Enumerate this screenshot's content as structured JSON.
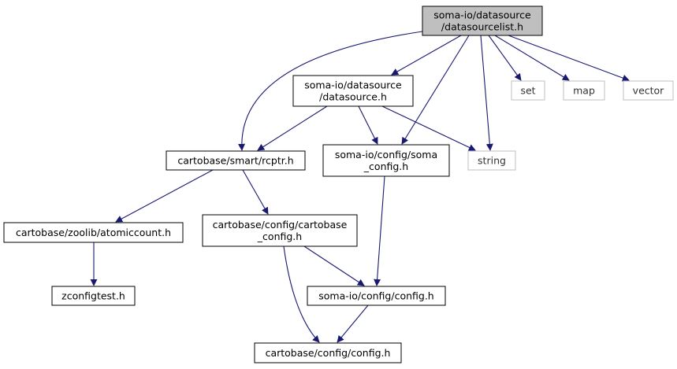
{
  "graph": {
    "root_node": "n0",
    "colors": {
      "edge": "#191970",
      "root_fill": "#bfbfbf",
      "node_fill": "#ffffff",
      "node_border": "#000000",
      "external_border": "#bfbfbf"
    },
    "nodes": [
      {
        "id": "n0",
        "lines": [
          "soma-io/datasource",
          "/datasourcelist.h"
        ],
        "kind": "root"
      },
      {
        "id": "n1",
        "lines": [
          "soma-io/datasource",
          "/datasource.h"
        ],
        "kind": "normal"
      },
      {
        "id": "n2",
        "lines": [
          "set"
        ],
        "kind": "external"
      },
      {
        "id": "n3",
        "lines": [
          "map"
        ],
        "kind": "external"
      },
      {
        "id": "n4",
        "lines": [
          "vector"
        ],
        "kind": "external"
      },
      {
        "id": "n5",
        "lines": [
          "cartobase/smart/rcptr.h"
        ],
        "kind": "normal"
      },
      {
        "id": "n6",
        "lines": [
          "soma-io/config/soma",
          "_config.h"
        ],
        "kind": "normal"
      },
      {
        "id": "n7",
        "lines": [
          "string"
        ],
        "kind": "external"
      },
      {
        "id": "n8",
        "lines": [
          "cartobase/zoolib/atomiccount.h"
        ],
        "kind": "normal"
      },
      {
        "id": "n9",
        "lines": [
          "cartobase/config/cartobase",
          "_config.h"
        ],
        "kind": "normal"
      },
      {
        "id": "n10",
        "lines": [
          "zconfigtest.h"
        ],
        "kind": "normal"
      },
      {
        "id": "n11",
        "lines": [
          "soma-io/config/config.h"
        ],
        "kind": "normal"
      },
      {
        "id": "n12",
        "lines": [
          "cartobase/config/config.h"
        ],
        "kind": "normal"
      }
    ],
    "edges": [
      {
        "from": "n0",
        "to": "n1"
      },
      {
        "from": "n0",
        "to": "n5"
      },
      {
        "from": "n0",
        "to": "n6"
      },
      {
        "from": "n0",
        "to": "n7"
      },
      {
        "from": "n0",
        "to": "n2"
      },
      {
        "from": "n0",
        "to": "n3"
      },
      {
        "from": "n0",
        "to": "n4"
      },
      {
        "from": "n1",
        "to": "n5"
      },
      {
        "from": "n1",
        "to": "n6"
      },
      {
        "from": "n1",
        "to": "n7"
      },
      {
        "from": "n5",
        "to": "n8"
      },
      {
        "from": "n5",
        "to": "n9"
      },
      {
        "from": "n8",
        "to": "n10"
      },
      {
        "from": "n9",
        "to": "n11"
      },
      {
        "from": "n9",
        "to": "n12"
      },
      {
        "from": "n6",
        "to": "n11"
      },
      {
        "from": "n11",
        "to": "n12"
      }
    ]
  }
}
